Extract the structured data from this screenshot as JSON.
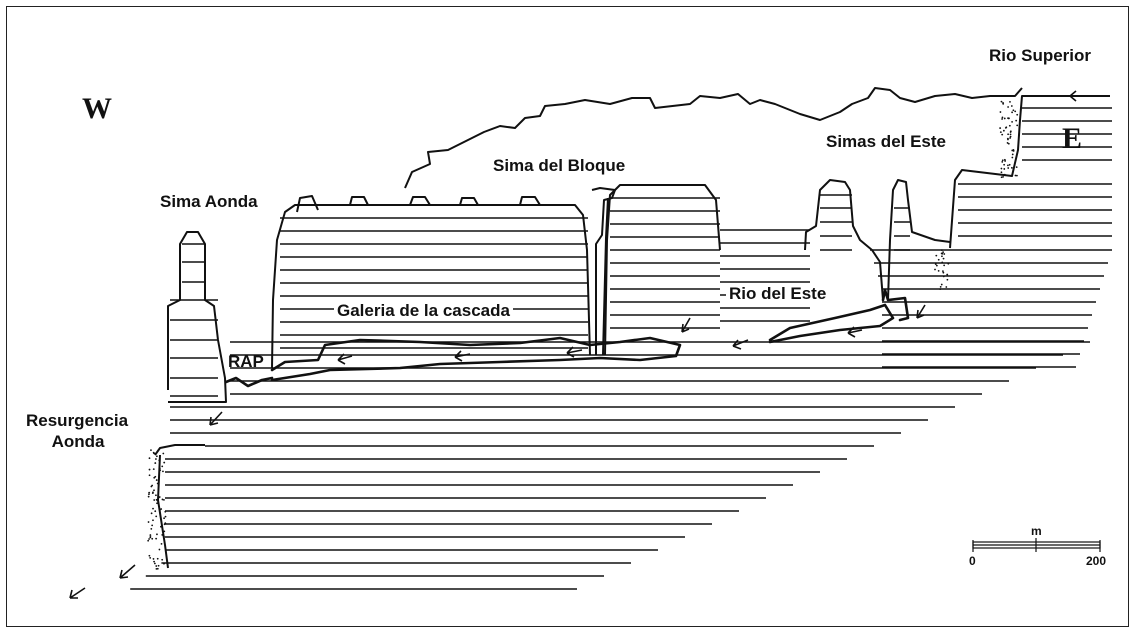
{
  "labels": {
    "rio_superior": "Rio Superior",
    "west": "W",
    "east": "E",
    "sima_del_bloque": "Sima del Bloque",
    "simas_del_este": "Simas del Este",
    "sima_aonda": "Sima Aonda",
    "galeria_cascada": "Galeria de la cascada",
    "rio_del_este": "Rio del Este",
    "rap": "RAP",
    "resurgencia_line1": "Resurgencia",
    "resurgencia_line2": "Aonda"
  },
  "scale_bar": {
    "unit": "m",
    "min_label": "0",
    "max_label": "200"
  },
  "colors": {
    "ink": "#111111",
    "background": "#ffffff"
  }
}
